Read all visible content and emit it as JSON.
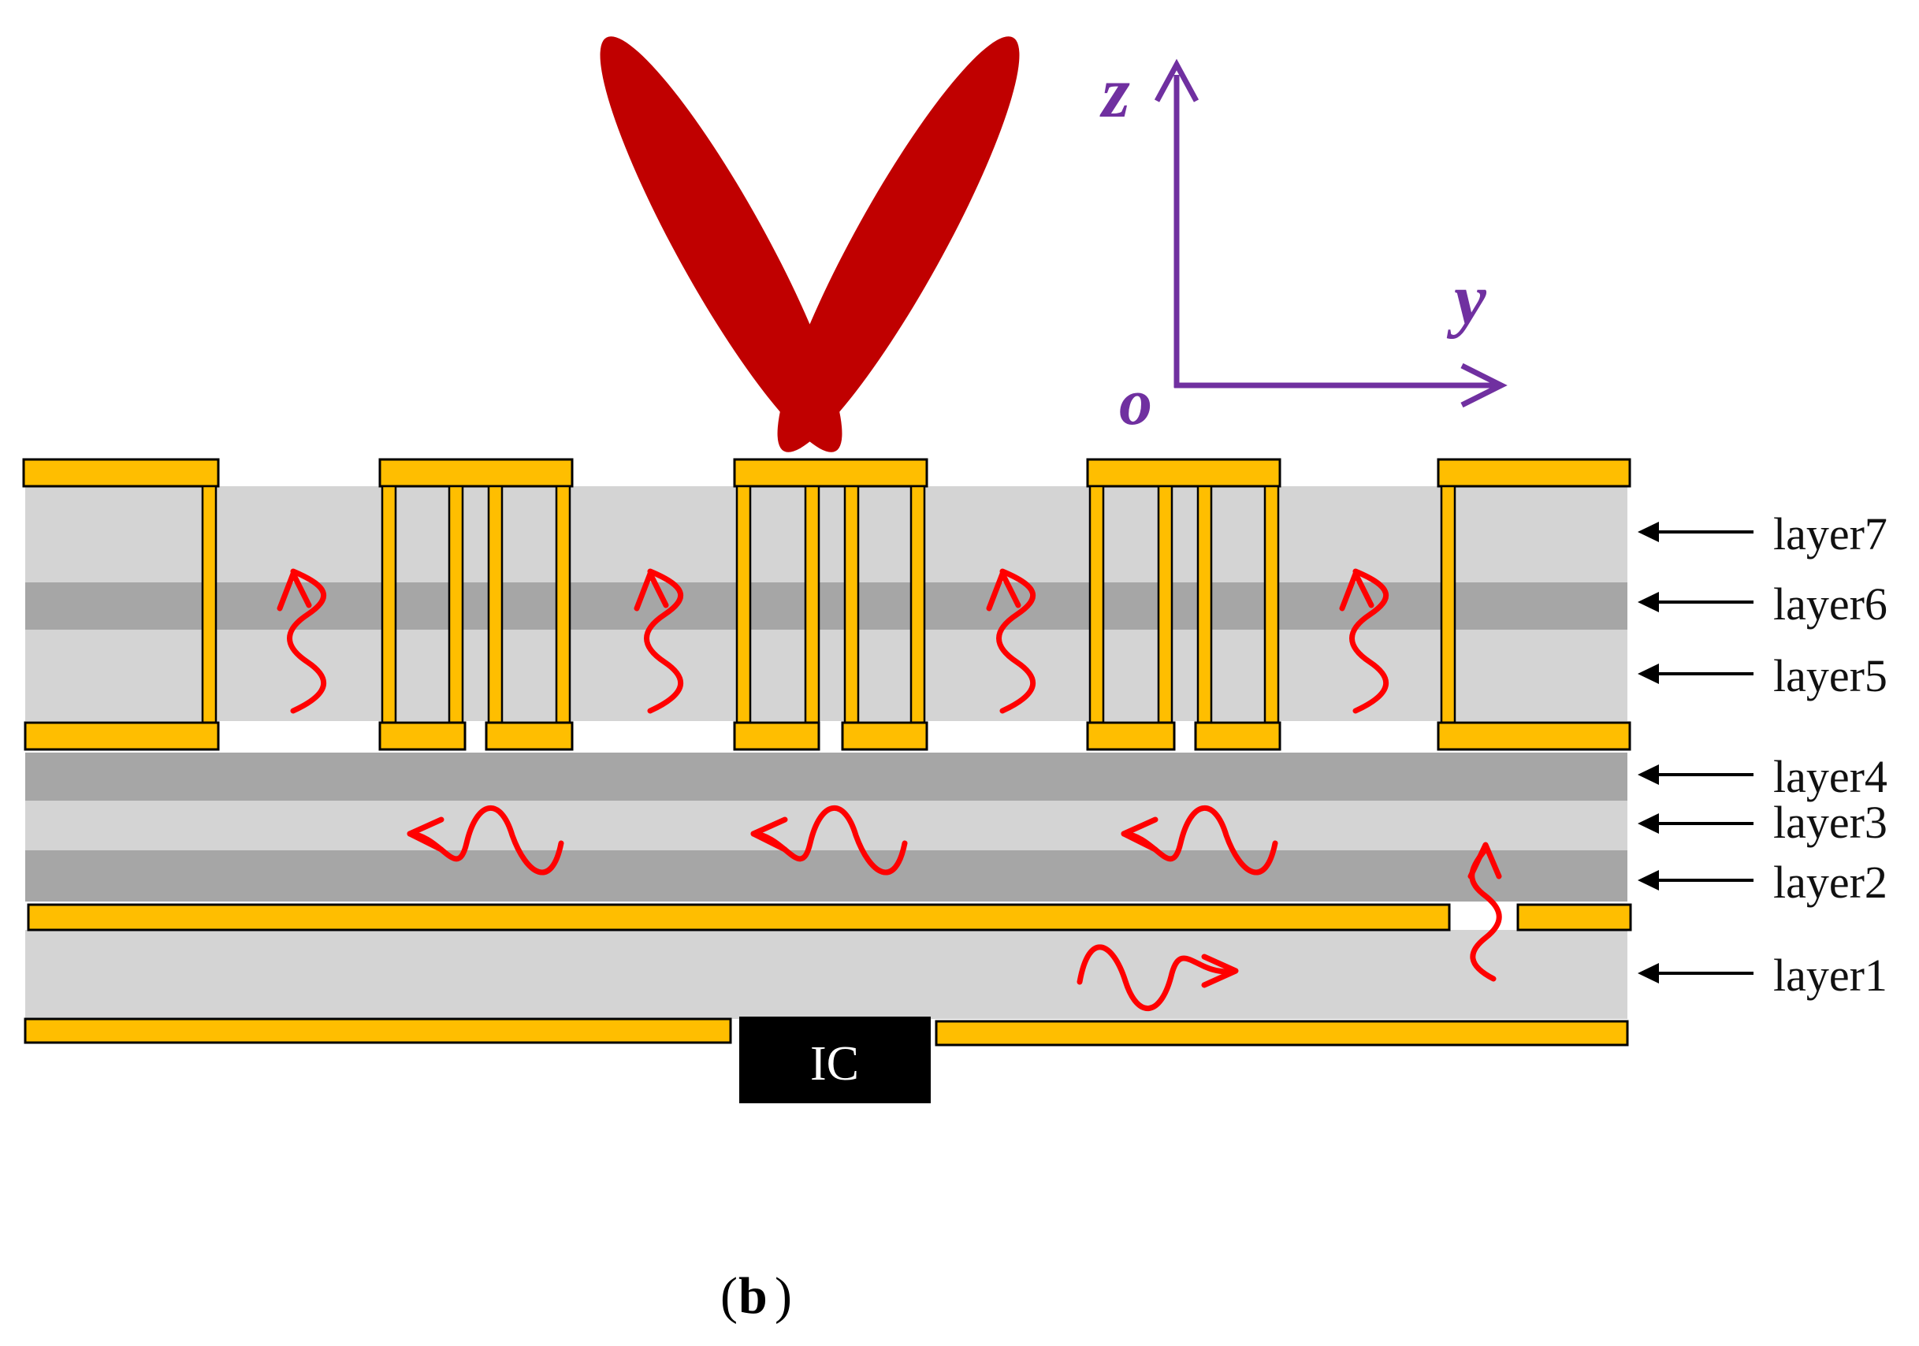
{
  "colors": {
    "metal": "#FFBE00",
    "substrate_light": "#D4D4D4",
    "substrate_dark": "#A6A6A6",
    "beam": "#C00000",
    "wave": "#FF0000",
    "axis": "#7030A0",
    "ic": "#000000"
  },
  "axes": {
    "z": "z",
    "y": "y",
    "origin": "o"
  },
  "layers": [
    {
      "label": "layer7"
    },
    {
      "label": "layer6"
    },
    {
      "label": "layer5"
    },
    {
      "label": "layer4"
    },
    {
      "label": "layer3"
    },
    {
      "label": "layer2"
    },
    {
      "label": "layer1"
    }
  ],
  "chip": {
    "label": "IC"
  },
  "caption": {
    "letter": "b"
  }
}
